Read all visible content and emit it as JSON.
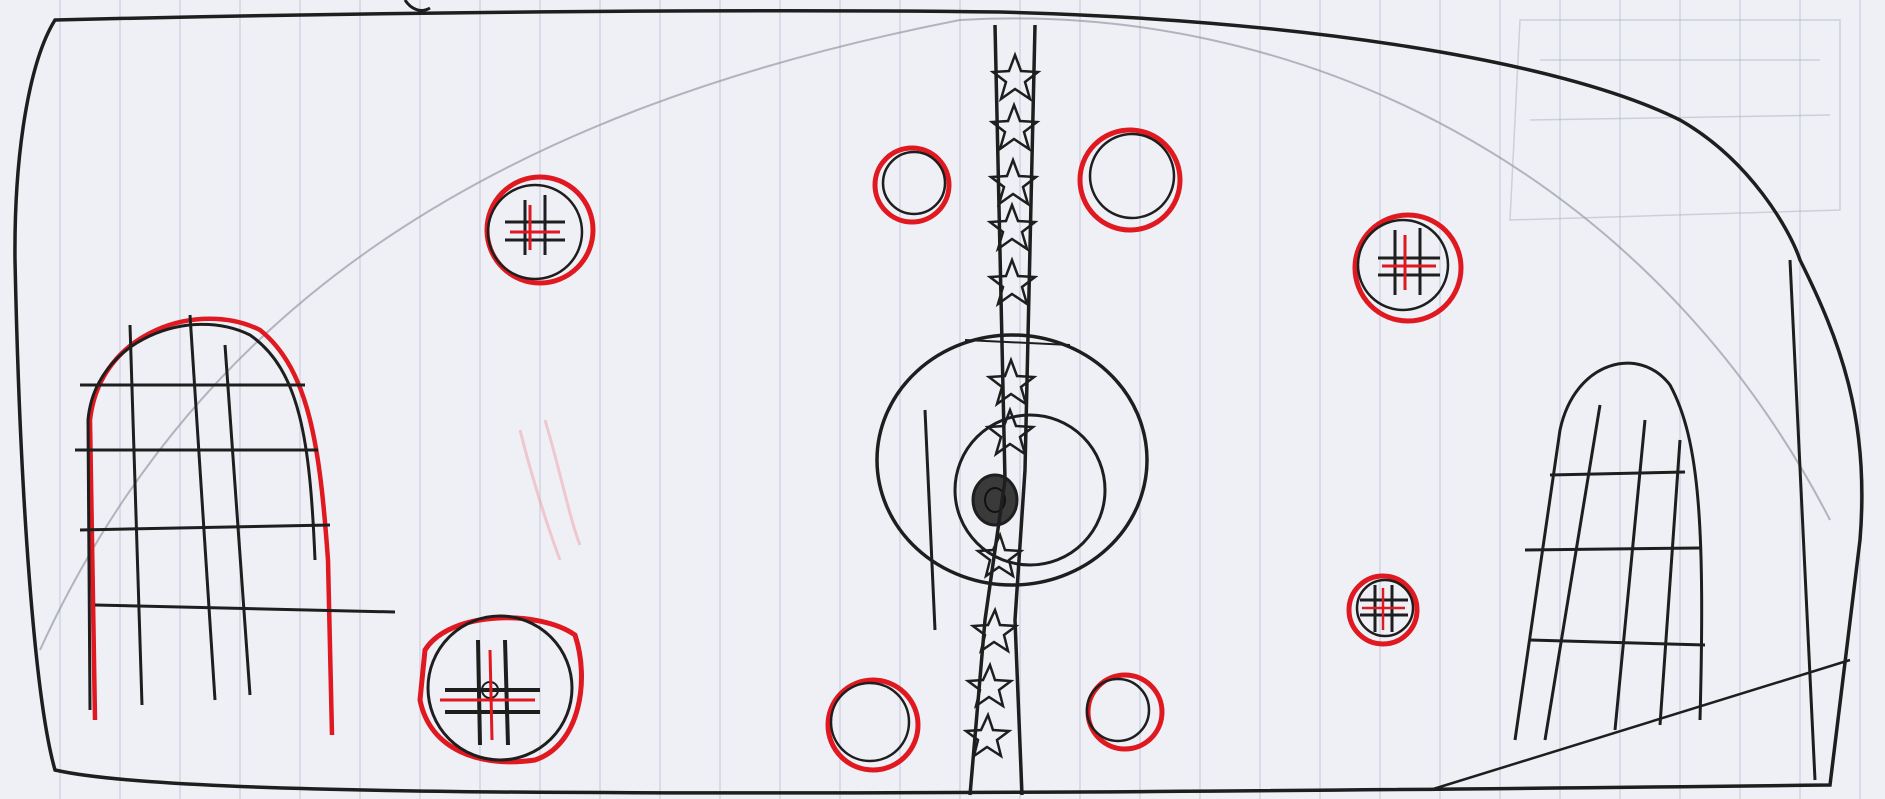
{
  "drawing": {
    "kind": "hand-drawn sketch on lined notebook paper",
    "paper_color": "#eef0f6",
    "rule_color": "#c9cede",
    "ink_black": "#1e1e1e",
    "ink_red": "#e01820",
    "elements": {
      "goals": 2,
      "center_circles": 1,
      "plain_ringed_circles": 4,
      "hatched_circles": 4,
      "star_band_icon": "star-icon"
    }
  }
}
